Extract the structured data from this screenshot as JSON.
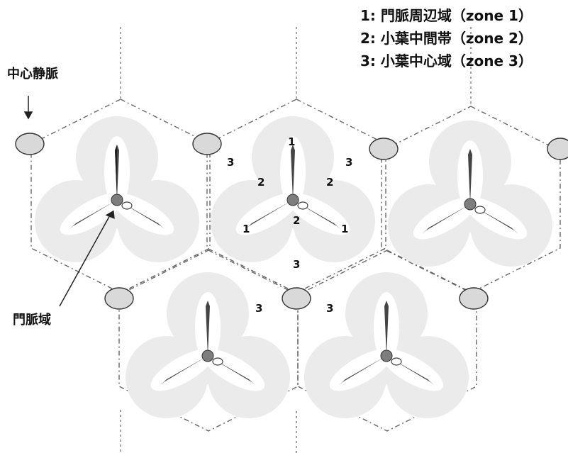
{
  "legend": [
    {
      "text": "1: 門脈周辺域（zone 1）"
    },
    {
      "text": "2: 小葉中間帯（zone 2）"
    },
    {
      "text": "3: 小葉中心域（zone 3）"
    }
  ],
  "labels": {
    "central_vein": "中心静脈",
    "portal_area": "門脈域"
  },
  "zone_numbers": {
    "one": "1",
    "two": "2",
    "three": "3"
  },
  "colors": {
    "zone_band": "#ebebeb",
    "vein_fill": "#d9d9d9",
    "vessel": "#444444",
    "hexagon_edge": "#666666",
    "portal_node": "#7d7d7d"
  }
}
